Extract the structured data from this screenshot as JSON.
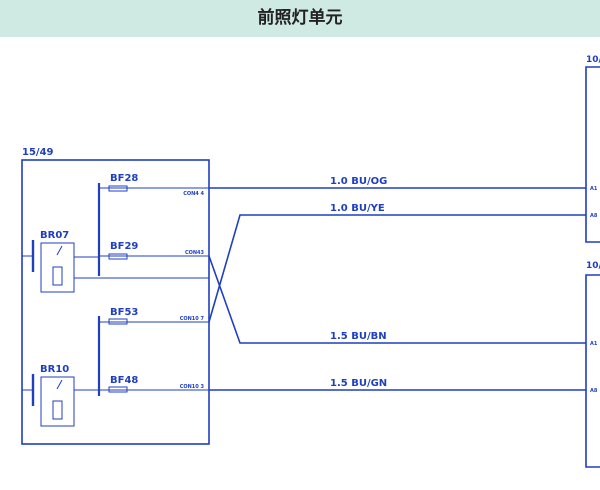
{
  "header": {
    "title": "前照灯单元"
  },
  "diagram": {
    "unit_left_label": "15/49",
    "unit_right_top_label": "10/",
    "unit_right_bottom_label": "10/",
    "relays": [
      {
        "id": "BR07"
      },
      {
        "id": "BR10"
      }
    ],
    "fuses": [
      {
        "id": "BF28",
        "connector": "CON4 4"
      },
      {
        "id": "BF29",
        "connector": "CON43"
      },
      {
        "id": "BF53",
        "connector": "CON10 7"
      },
      {
        "id": "BF48",
        "connector": "CON10 3"
      }
    ],
    "wires": [
      {
        "label": "1.0 BU/OG",
        "pin": "A1"
      },
      {
        "label": "1.0 BU/YE",
        "pin": "A8"
      },
      {
        "label": "1.5 BU/BN",
        "pin": "A1"
      },
      {
        "label": "1.5 BU/GN",
        "pin": "A8"
      }
    ],
    "colors": {
      "wire": "#1f3fbf",
      "header_bg": "#cfe9e3"
    }
  }
}
